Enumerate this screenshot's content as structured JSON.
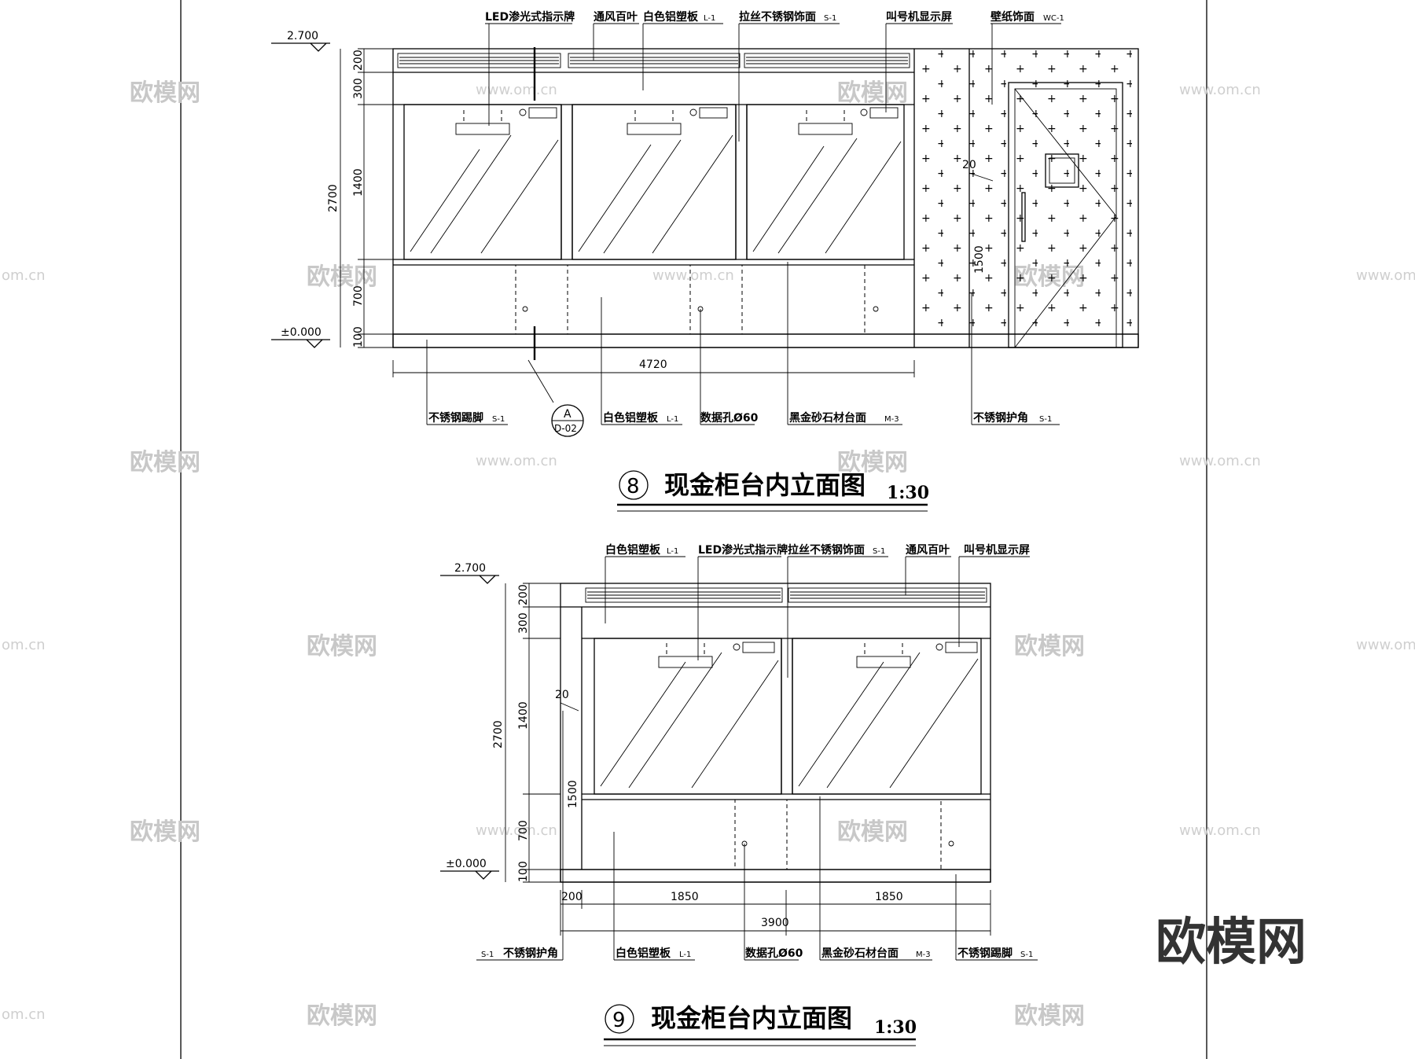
{
  "drawing8": {
    "number": "8",
    "title": "现金柜台内立面图",
    "scale": "1:30",
    "level_top": "2.700",
    "level_zero": "±0.000",
    "dims_vertical": [
      "200",
      "300",
      "1400",
      "700",
      "100"
    ],
    "dim_total_height": "2700",
    "dim_width": "4720",
    "dim_20": "20",
    "dim_1500": "1500",
    "labels_top": {
      "led_sign": "LED渗光式指示牌",
      "vent": "通风百叶",
      "white_panel": "白色铝塑板",
      "white_panel_code": "L-1",
      "steel_trim": "拉丝不锈钢饰面",
      "steel_trim_code": "S-1",
      "caller": "叫号机显示屏",
      "wallpaper": "壁纸饰面",
      "wallpaper_code": "WC-1"
    },
    "labels_bottom": {
      "kick": "不锈钢踢脚",
      "kick_code": "S-1",
      "ref_top": "A",
      "ref_bottom": "D-02",
      "white_panel": "白色铝塑板",
      "white_panel_code": "L-1",
      "data_hole": "数据孔Ø60",
      "stone_top": "黑金砂石材台面",
      "stone_code": "M-3",
      "corner": "不锈钢护角",
      "corner_code": "S-1"
    }
  },
  "drawing9": {
    "number": "9",
    "title": "现金柜台内立面图",
    "scale": "1:30",
    "level_top": "2.700",
    "level_zero": "±0.000",
    "dims_vertical": [
      "200",
      "300",
      "1400",
      "700",
      "100"
    ],
    "dim_total_height": "2700",
    "dim_20": "20",
    "dim_1500": "1500",
    "dims_horizontal": [
      "200",
      "1850",
      "1850"
    ],
    "dim_width": "3900",
    "labels_top": {
      "white_panel": "白色铝塑板",
      "white_panel_code": "L-1",
      "led_sign": "LED渗光式指示牌",
      "steel_trim": "拉丝不锈钢饰面",
      "steel_trim_code": "S-1",
      "vent": "通风百叶",
      "caller": "叫号机显示屏"
    },
    "labels_bottom": {
      "corner_code": "S-1",
      "corner": "不锈钢护角",
      "white_panel": "白色铝塑板",
      "white_panel_code": "L-1",
      "data_hole": "数据孔Ø60",
      "stone_top": "黑金砂石材台面",
      "stone_code": "M-3",
      "kick": "不锈钢踢脚",
      "kick_code": "S-1"
    }
  },
  "watermark": {
    "text": "欧模网",
    "url": "www.om.cn",
    "url_fragment": "om.cn",
    "logo": "欧模网"
  }
}
